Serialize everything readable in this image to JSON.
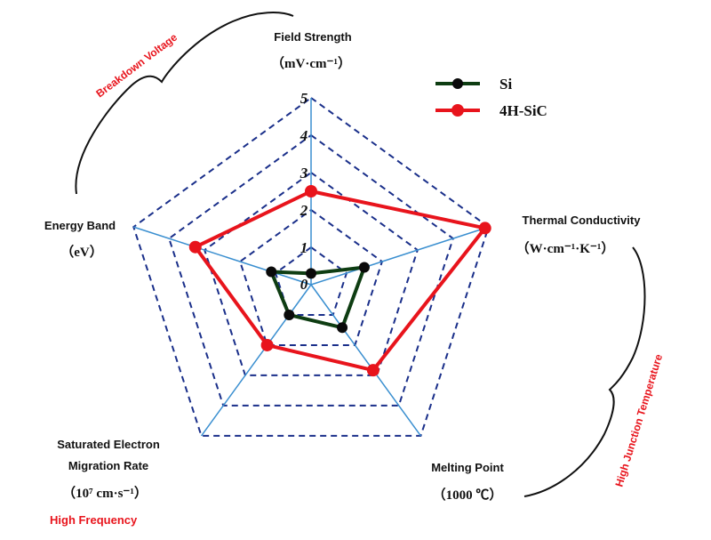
{
  "chart_data": {
    "type": "radar",
    "axes": [
      {
        "label": "Field Strength",
        "unit": "（mV·cm⁻¹）"
      },
      {
        "label": "Thermal Conductivity",
        "unit": "（W·cm⁻¹·K⁻¹）"
      },
      {
        "label": "Melting Point",
        "unit": "（1000 ℃）"
      },
      {
        "label_lines": [
          "Saturated Electron",
          "Migration Rate"
        ],
        "unit": "（10⁷ cm·s⁻¹）"
      },
      {
        "label": "Energy Band",
        "unit": "（eV）"
      }
    ],
    "r_ticks": [
      "0",
      "1",
      "2",
      "3",
      "4",
      "5"
    ],
    "r_range": [
      0,
      5
    ],
    "grid": "dashed",
    "series": [
      {
        "name": "Si",
        "color": "#0e3d12",
        "values": [
          0.3,
          1.5,
          1.42,
          1.0,
          1.12
        ]
      },
      {
        "name": "4H-SiC",
        "color": "#e8141c",
        "values": [
          2.5,
          4.9,
          2.83,
          2.0,
          3.26
        ]
      }
    ],
    "legend_position": "top-right",
    "annotations": {
      "breakdown": "Breakdown Voltage",
      "junction": "High Junction Temperature",
      "frequency": "High Frequency"
    }
  }
}
